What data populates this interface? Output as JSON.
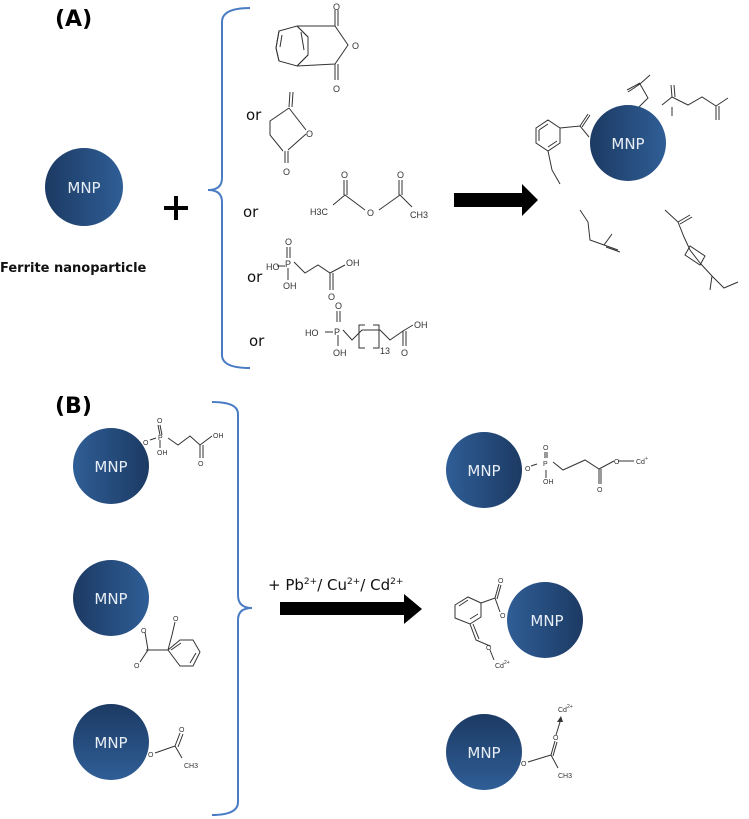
{
  "figure": {
    "panel_a": {
      "label": "(A)",
      "particle_label": "MNP",
      "particle_caption": "Ferrite nanoparticle",
      "plus_sign": "+",
      "connector_word": "or",
      "reagents": [
        {
          "name": "phthalic anhydride",
          "atoms": [
            "O",
            "O",
            "O"
          ]
        },
        {
          "name": "succinic anhydride",
          "atoms": [
            "O",
            "O"
          ]
        },
        {
          "name": "acetic anhydride",
          "atoms": [
            "O",
            "O",
            "O",
            "H3C",
            "CH3"
          ]
        },
        {
          "name": "3-phosphonopropionic acid",
          "atoms": [
            "O",
            "HO",
            "P",
            "OH",
            "OH",
            "O"
          ]
        },
        {
          "name": "16-phosphonohexadecanoic acid",
          "atoms": [
            "O",
            "HO",
            "P",
            "OH",
            "13",
            "OH",
            "O"
          ]
        }
      ],
      "product_label": "MNP"
    },
    "panel_b": {
      "label": "(B)",
      "reactants": [
        {
          "particle_label": "MNP",
          "ligand": "phosphonopropionate",
          "atoms": [
            "O",
            "O",
            "P",
            "OH",
            "OH",
            "O"
          ]
        },
        {
          "particle_label": "MNP",
          "ligand": "phthalate",
          "atoms": [
            "O",
            "O",
            "O"
          ]
        },
        {
          "particle_label": "MNP",
          "ligand": "acetate",
          "atoms": [
            "O",
            "O",
            "CH3"
          ]
        }
      ],
      "reagent_text": "+ Pb",
      "reagent_parts": [
        {
          "text": "+ Pb",
          "sup": "2+"
        },
        {
          "text": "/ Cu",
          "sup": "2+"
        },
        {
          "text": "/ Cd",
          "sup": "2+"
        }
      ],
      "products": [
        {
          "particle_label": "MNP",
          "metal": "Cd",
          "metal_charge": "+"
        },
        {
          "particle_label": "MNP",
          "metal": "Cd",
          "metal_charge": "2+"
        },
        {
          "particle_label": "MNP",
          "metal": "Cd",
          "metal_charge": "2+"
        }
      ]
    },
    "colors": {
      "particle_dark": "#1c3a63",
      "particle_light": "#2f5e96",
      "bracket": "#4a7cc4",
      "arrow": "#000000"
    }
  }
}
